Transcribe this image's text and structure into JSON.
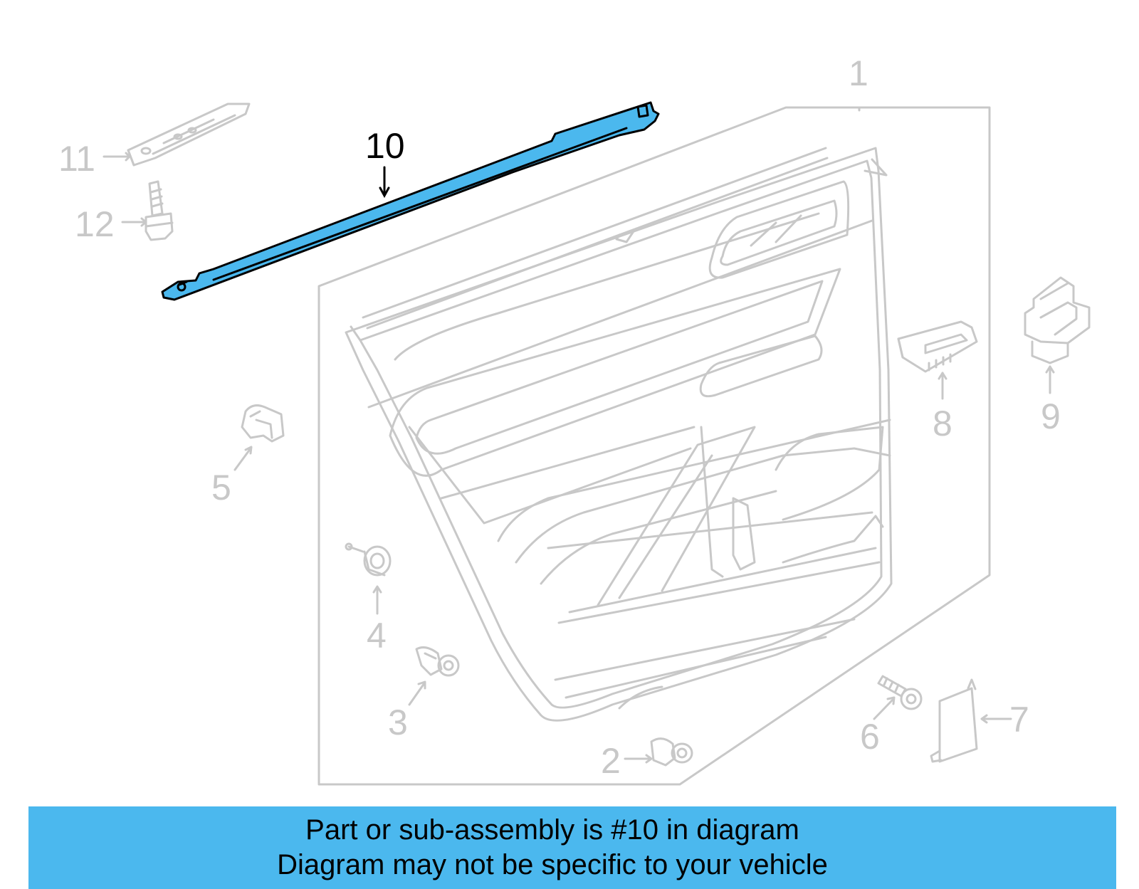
{
  "colors": {
    "highlight_fill": "#4bb8ee",
    "line_gray": "#c8c8c8",
    "banner_bg": "#4bb8ee",
    "text_black": "#000000"
  },
  "callouts": [
    {
      "num": "1",
      "part": "door-trim-panel"
    },
    {
      "num": "2",
      "part": "retainer-clip"
    },
    {
      "num": "3",
      "part": "retainer-clip"
    },
    {
      "num": "4",
      "part": "retainer-clip"
    },
    {
      "num": "5",
      "part": "clip"
    },
    {
      "num": "6",
      "part": "screw"
    },
    {
      "num": "7",
      "part": "cover"
    },
    {
      "num": "8",
      "part": "switch-bezel"
    },
    {
      "num": "9",
      "part": "window-switch"
    },
    {
      "num": "10",
      "part": "belt-weatherstrip",
      "highlighted": true
    },
    {
      "num": "11",
      "part": "bracket"
    },
    {
      "num": "12",
      "part": "bolt"
    }
  ],
  "banner": {
    "line1": "Part or sub-assembly is #10 in diagram",
    "line2": "Diagram may not be specific to your vehicle"
  }
}
